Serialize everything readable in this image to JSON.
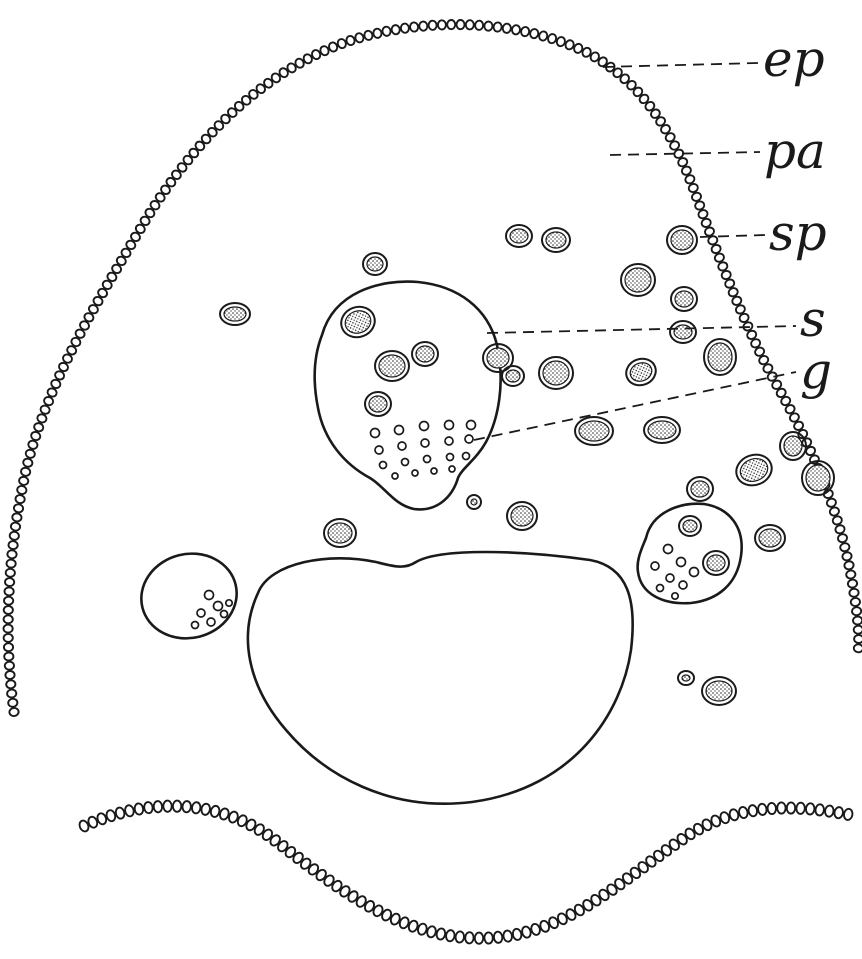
{
  "figure": {
    "labels": {
      "ep": "ep",
      "pa": "pa",
      "sp": "sp",
      "s": "s",
      "g": "g"
    },
    "colors": {
      "ink": "#1a1a1a",
      "paper": "#ffffff"
    }
  }
}
